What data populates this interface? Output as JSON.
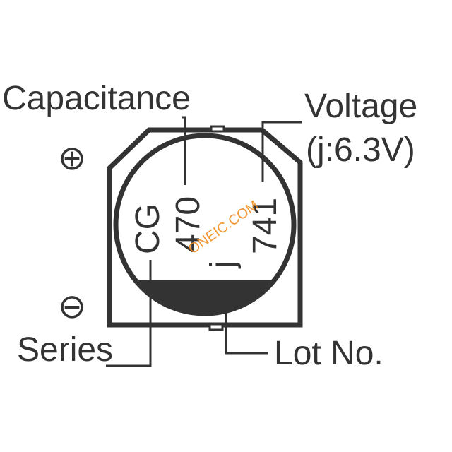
{
  "labels": {
    "capacitance": "Capacitance",
    "voltage_line1": "Voltage",
    "voltage_line2": "(j:6.3V)",
    "series": "Series",
    "lot_no": "Lot No."
  },
  "markings": {
    "series_code": "CG",
    "capacitance_code": "470",
    "voltage_code": "j",
    "lot_code": "741"
  },
  "polarity": {
    "positive": "⊕",
    "negative": "⊖"
  },
  "watermark": "ONEIC.COM",
  "colors": {
    "ink": "#333333",
    "watermark": "#f28c1e",
    "background": "#ffffff"
  }
}
